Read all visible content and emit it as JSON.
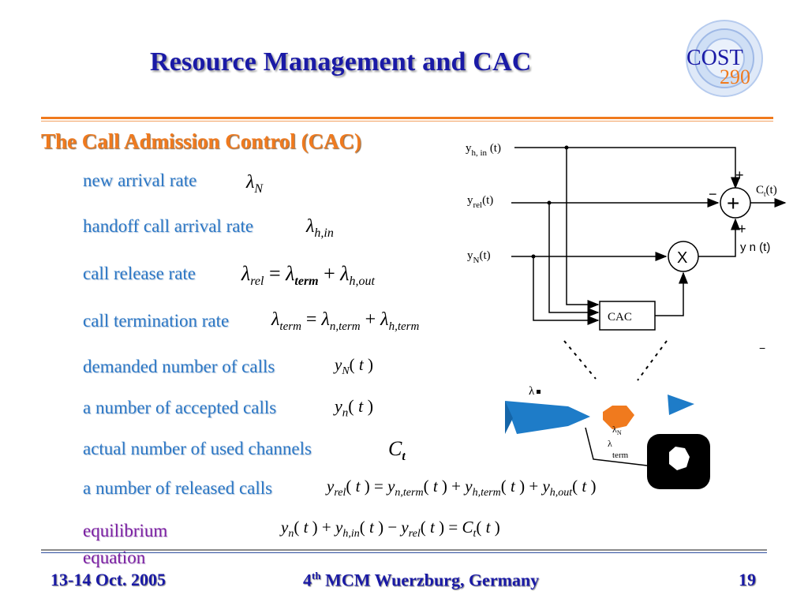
{
  "slide": {
    "title": "Resource Management and CAC",
    "subtitle": "The Call Admission Control (CAC)",
    "logo": {
      "text_top": "COST",
      "text_bottom": "290",
      "colors": {
        "ring": "#4a78c8",
        "number": "#f07a1e"
      }
    }
  },
  "items": [
    {
      "label": "new arrival rate",
      "formula": "λN"
    },
    {
      "label": "handoff call arrival rate",
      "formula": "λh,in"
    },
    {
      "label": "call release rate",
      "formula": "λrel = λterm + λh,out"
    },
    {
      "label": "call termination rate",
      "formula": "λterm = λn,term + λh,term"
    },
    {
      "label": "demanded number of calls",
      "formula": "yN(t)"
    },
    {
      "label": "a number of accepted calls",
      "formula": "yn(t)"
    },
    {
      "label": "actual number of used channels",
      "formula": "Ct"
    },
    {
      "label": "a number of released calls",
      "formula": "yrel(t) = yn,term(t) + yh,term(t) + yh,out(t)"
    },
    {
      "label": "equilibrium equation",
      "formula": "yn(t) + yh,in(t) − yrel(t) = Ct(t)"
    }
  ],
  "diagram": {
    "inputs": [
      "yh, in(t)",
      "yrel(t)",
      "yN(t)"
    ],
    "sum_output": "Ct(t)",
    "multiply_output": "y n (t)",
    "cac_label": "CAC",
    "sum_symbol": "+",
    "multiply_symbol": "X",
    "signs": [
      "+",
      "−",
      "+"
    ],
    "lambda_labels": [
      "λ",
      "λN",
      "λterm"
    ]
  },
  "footer": {
    "date": "13-14 Oct. 2005",
    "event_prefix": "4",
    "event_sup": "th",
    "event_rest": " MCM Wuerzburg, Germany",
    "page": "19"
  },
  "colors": {
    "title": "#1a1aa6",
    "subtitle": "#f07a1e",
    "item": "#2d78c6",
    "equilibrium": "#7b1fa2",
    "diagram_blue": "#1e7cc8"
  }
}
